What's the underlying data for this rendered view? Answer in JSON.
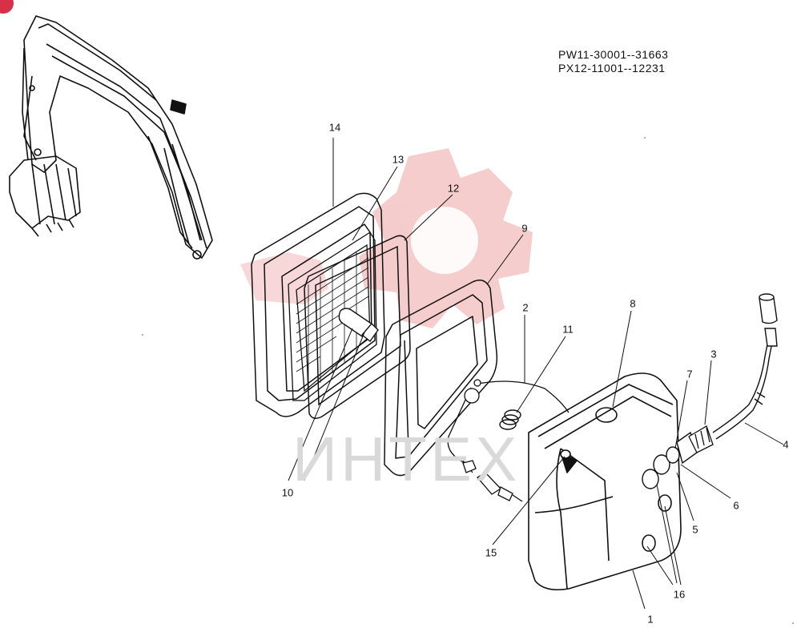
{
  "header": {
    "serial_1": "PW11-30001--31663",
    "serial_2": "PX12-11001--12231"
  },
  "watermark": {
    "text": "ИНТЕХ"
  },
  "callouts": {
    "c1": "1",
    "c2": "2",
    "c3": "3",
    "c4": "4",
    "c5": "5",
    "c6": "6",
    "c7": "7",
    "c8": "8",
    "c9": "9",
    "c10": "10",
    "c11": "11",
    "c12": "12",
    "c13": "13",
    "c14": "14",
    "c15": "15",
    "c16": "16"
  },
  "colors": {
    "line": "#111111",
    "watermark": "#f2b8b8",
    "watermark_text": "#d9d9d9",
    "badge": "#d9304a"
  }
}
